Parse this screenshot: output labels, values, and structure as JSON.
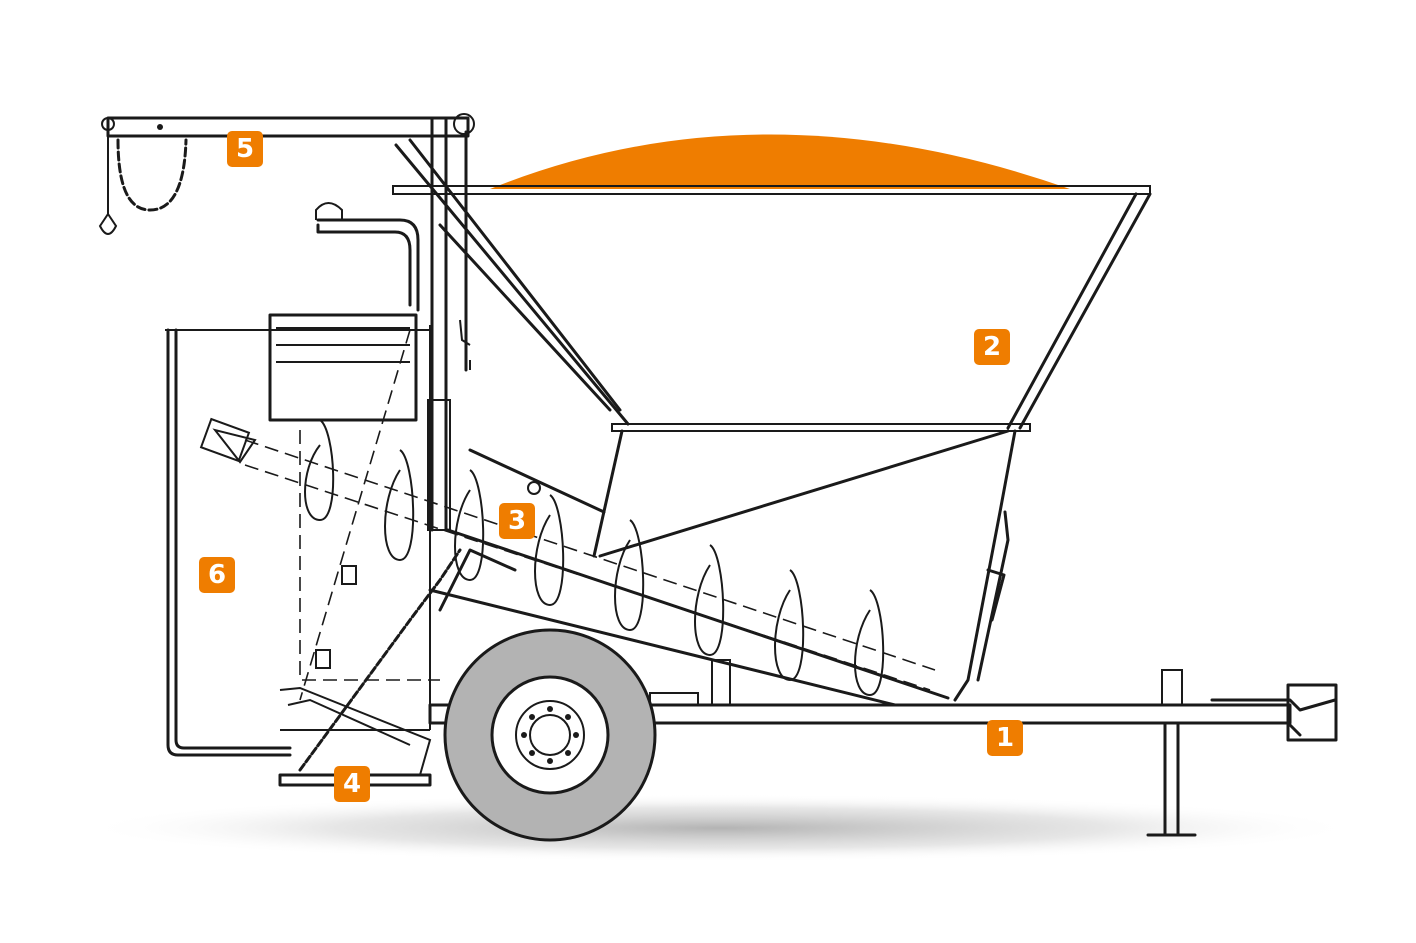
{
  "colors": {
    "accent": "#ef7d00",
    "line": "#1a1a1a",
    "tire": "#b3b3b3"
  },
  "callouts": [
    {
      "id": "chassis",
      "text": "1"
    },
    {
      "id": "hopper",
      "text": "2"
    },
    {
      "id": "auger",
      "text": "3"
    },
    {
      "id": "step",
      "text": "4"
    },
    {
      "id": "crane",
      "text": "5"
    },
    {
      "id": "panel",
      "text": "6"
    }
  ]
}
